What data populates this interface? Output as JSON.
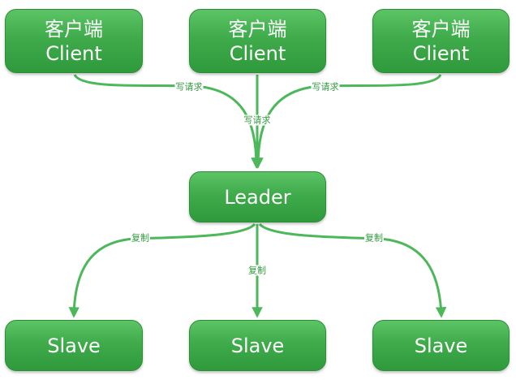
{
  "colors": {
    "node_fill": "#3fab4b",
    "node_border": "#2c8f37",
    "arrow": "#4cb85a",
    "label_text": "#2f9a3c"
  },
  "nodes": {
    "client_left": {
      "title_cn": "客户端",
      "title_en": "Client"
    },
    "client_center": {
      "title_cn": "客户端",
      "title_en": "Client"
    },
    "client_right": {
      "title_cn": "客户端",
      "title_en": "Client"
    },
    "leader": {
      "title": "Leader"
    },
    "slave_left": {
      "title": "Slave"
    },
    "slave_center": {
      "title": "Slave"
    },
    "slave_right": {
      "title": "Slave"
    }
  },
  "edges": {
    "write_left": {
      "label": "写请求",
      "from": "client_left",
      "to": "leader"
    },
    "write_center": {
      "label": "写请求",
      "from": "client_center",
      "to": "leader"
    },
    "write_right": {
      "label": "写请求",
      "from": "client_right",
      "to": "leader"
    },
    "replicate_left": {
      "label": "复制",
      "from": "leader",
      "to": "slave_left"
    },
    "replicate_center": {
      "label": "复制",
      "from": "leader",
      "to": "slave_center"
    },
    "replicate_right": {
      "label": "复制",
      "from": "leader",
      "to": "slave_right"
    }
  }
}
